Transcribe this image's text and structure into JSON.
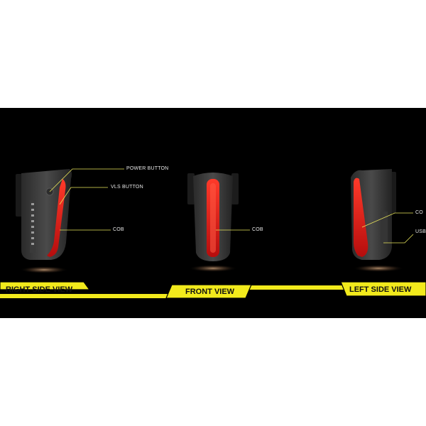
{
  "callouts": {
    "power_button": "POWER BUTTON",
    "vls_button": "VLS BUTTON",
    "cob_right": "COB",
    "cob_front": "COB",
    "cob_left": "CO",
    "usb_left": "USB"
  },
  "views": {
    "right": "RIGHT SIDE VIEW",
    "front": "FRONT VIEW",
    "left": "LEFT SIDE VIEW"
  },
  "colors": {
    "background": "#000000",
    "accent": "#f2ea1c",
    "led": "#d81a1a",
    "callout_line": "#e8e45a"
  }
}
